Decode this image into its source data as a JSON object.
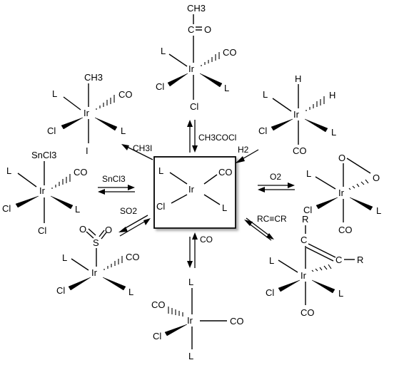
{
  "center": {
    "metal": "Ir",
    "ligands": {
      "top_left": "L",
      "top_right": "CO",
      "bottom_left": "Cl",
      "bottom_right": "L"
    }
  },
  "reactions": [
    {
      "id": "acetyl",
      "reagent": "CH3COCl",
      "product": {
        "metal": "Ir",
        "top": {
          "group": "CH3",
          "carbonyl_c": "C",
          "oxygen": "O"
        },
        "left_top": "L",
        "right_top": "CO",
        "left_bottom": "Cl",
        "right_bottom": "L",
        "bottom": "Cl"
      }
    },
    {
      "id": "hydride",
      "reagent": "H2",
      "product": {
        "metal": "Ir",
        "top": "H",
        "right_top": "H",
        "left_top": "L",
        "left_bottom": "Cl",
        "right_bottom": "L",
        "bottom": "CO"
      }
    },
    {
      "id": "peroxo",
      "reagent": "O2",
      "product": {
        "metal": "Ir",
        "o_top": "O",
        "o_right": "O",
        "left_top": "L",
        "left_bottom": "Cl",
        "right_bottom": "L",
        "bottom": "CO"
      }
    },
    {
      "id": "alkyne",
      "reagent": "RC≡CR",
      "product": {
        "metal": "Ir",
        "r_top": "R",
        "c_top": "C",
        "c_right": "C",
        "r_right": "R",
        "left_top": "L",
        "left_bottom": "Cl",
        "right_bottom": "L",
        "bottom": "CO"
      }
    },
    {
      "id": "carbonyl",
      "reagent": "CO",
      "product": {
        "metal": "Ir",
        "top": "L",
        "left_top": "CO",
        "right": "CO",
        "left_bottom": "Cl",
        "bottom": "L"
      }
    },
    {
      "id": "so2",
      "reagent": "SO2",
      "product": {
        "metal": "Ir",
        "s": "S",
        "o_left": "O",
        "o_right": "O",
        "left_top": "L",
        "right_top": "CO",
        "left_bottom": "Cl",
        "right_bottom": "L"
      }
    },
    {
      "id": "stannyl",
      "reagent": "SnCl3",
      "product": {
        "metal": "Ir",
        "top": "SnCl3",
        "left_top": "L",
        "right_top": "CO",
        "left_bottom": "Cl",
        "right_bottom": "L",
        "bottom": "Cl"
      }
    },
    {
      "id": "methyl",
      "reagent": "CH3I",
      "product": {
        "metal": "Ir",
        "top": "CH3",
        "left_top": "L",
        "right_top": "CO",
        "left_bottom": "Cl",
        "right_bottom": "L",
        "bottom": "I"
      }
    }
  ]
}
